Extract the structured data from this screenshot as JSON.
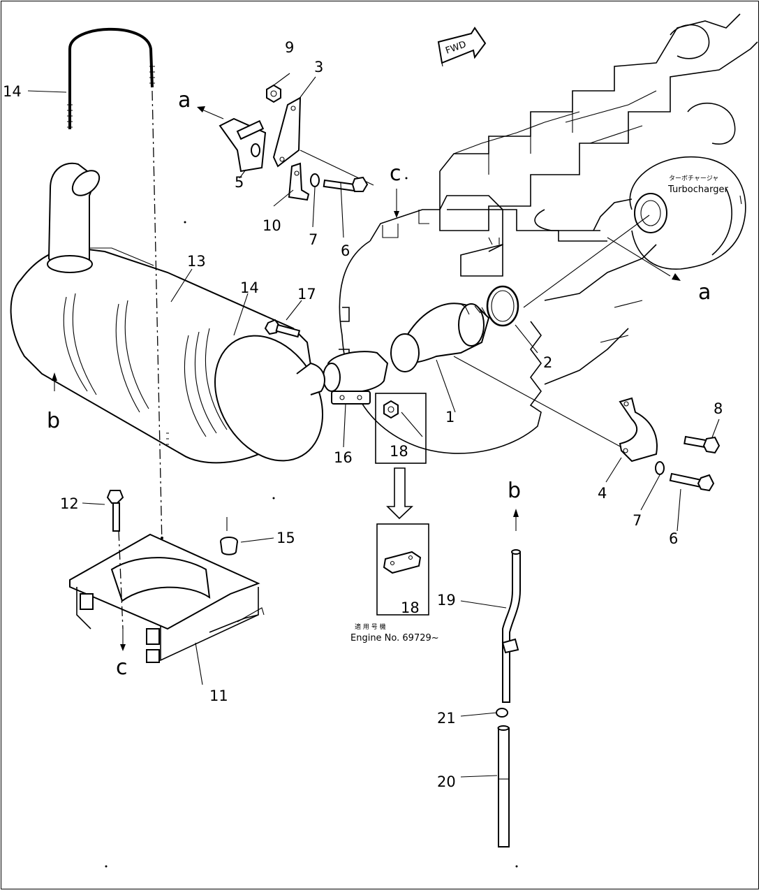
{
  "diagram": {
    "fwd_label": "FWD",
    "turbo_jp": "ターボチャージャ",
    "turbo_en": "Turbocharger",
    "serial_jp": "適 用 号 機",
    "serial_en": "Engine No. 69729~",
    "part_numbers": {
      "p1": "1",
      "p2": "2",
      "p3": "3",
      "p4": "4",
      "p5": "5",
      "p6a": "6",
      "p6b": "6",
      "p7a": "7",
      "p7b": "7",
      "p8": "8",
      "p9": "9",
      "p10": "10",
      "p11": "11",
      "p12": "12",
      "p13": "13",
      "p14a": "14",
      "p14b": "14",
      "p15": "15",
      "p16": "16",
      "p17": "17",
      "p18a": "18",
      "p18b": "18",
      "p19": "19",
      "p20": "20",
      "p21": "21"
    },
    "reference_letters": {
      "a1": "a",
      "a2": "a",
      "b1": "b",
      "b2": "b",
      "c1": "c",
      "c2": "c"
    }
  }
}
